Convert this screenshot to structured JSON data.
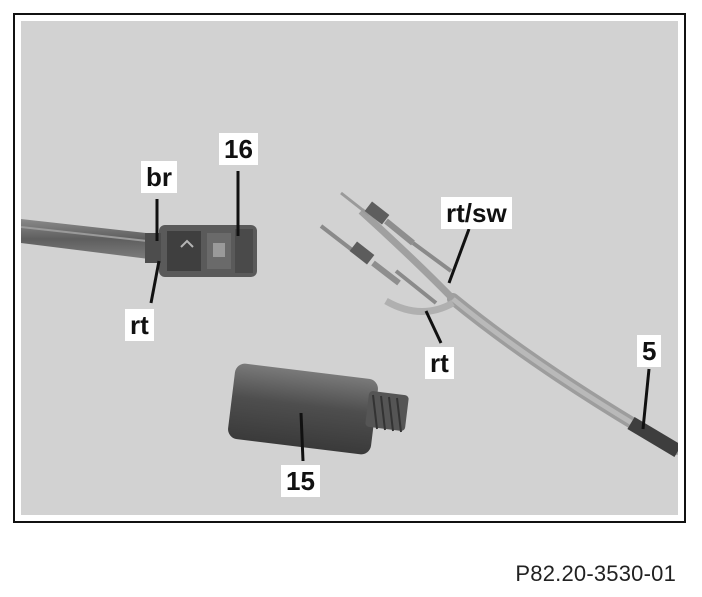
{
  "callouts": {
    "c16": "16",
    "cbr": "br",
    "crt_left": "rt",
    "crtsw": "rt/sw",
    "crt_right": "rt",
    "c5": "5",
    "c15": "15"
  },
  "reference_code": "P82.20-3530-01",
  "colors": {
    "photo_background": "#d2d2d2",
    "frame": "#111111",
    "cable": "#6f6f6f",
    "connector": "#5b5b5b",
    "label_bg": "#ffffff"
  }
}
